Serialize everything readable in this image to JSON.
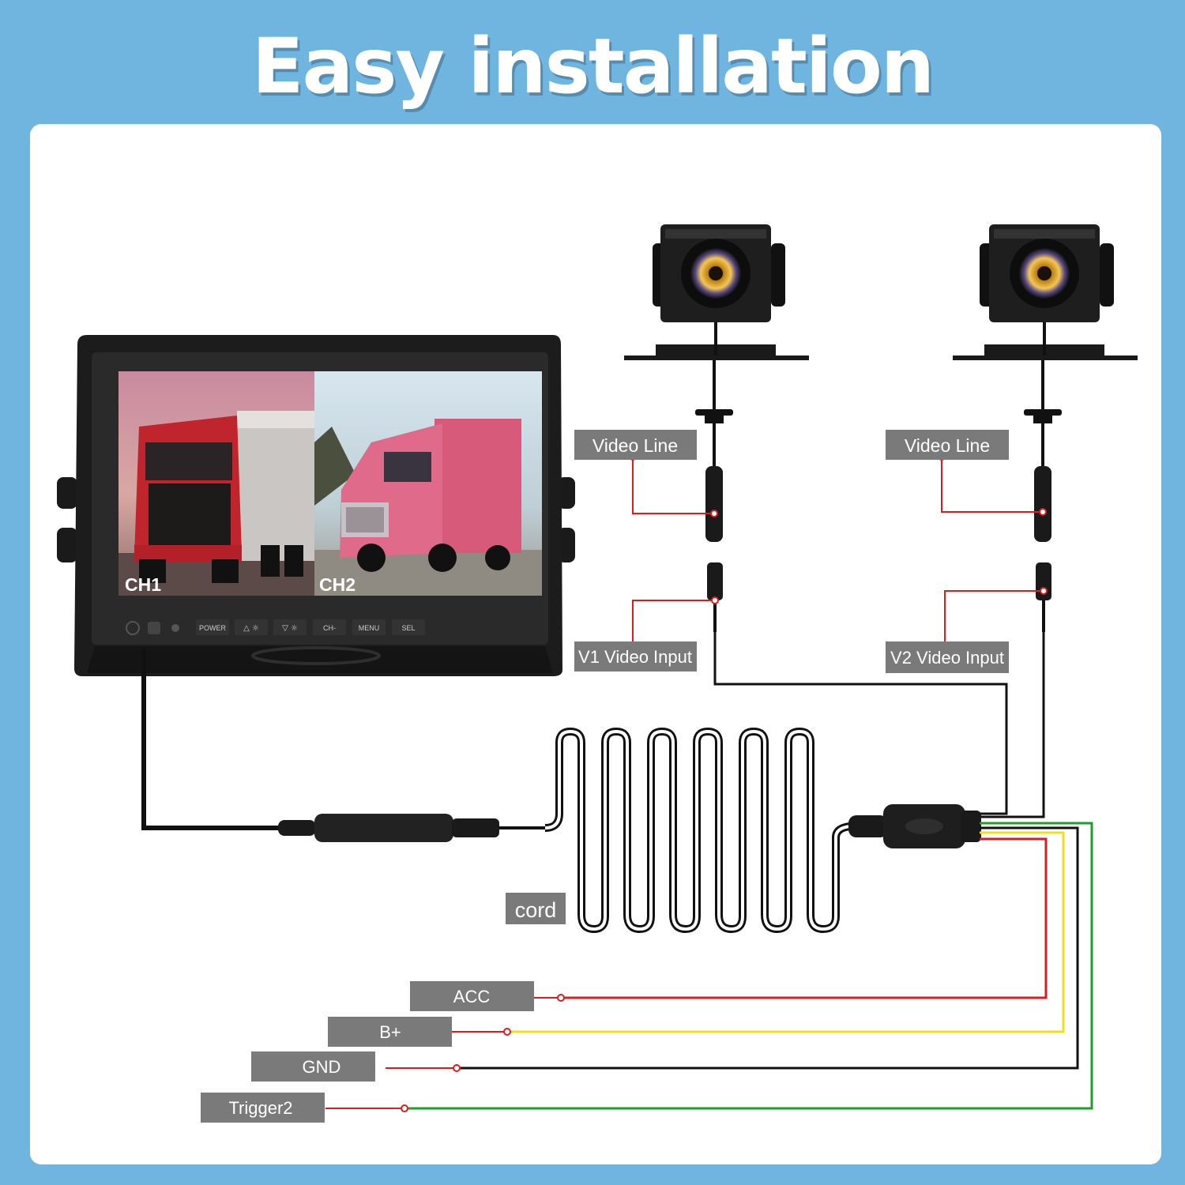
{
  "title": "Easy installation",
  "monitor": {
    "channels": [
      "CH1",
      "CH2"
    ],
    "buttons": [
      "POWER",
      "△ ☼",
      "▽ ☼",
      "CH-",
      "MENU",
      "SEL"
    ]
  },
  "labels": {
    "video_line_1": "Video Line",
    "video_line_2": "Video Line",
    "v1_input": "V1 Video Input",
    "v2_input": "V2 Video Input",
    "cord": "cord",
    "acc": "ACC",
    "bplus": "B+",
    "gnd": "GND",
    "trigger2": "Trigger2"
  },
  "wire_colors": {
    "acc": "#d81e1e",
    "bplus": "#f0e020",
    "gnd": "#111111",
    "trigger2": "#1e9e2a",
    "callout": "#d81e1e",
    "label_bg": "#7a7a7a"
  }
}
